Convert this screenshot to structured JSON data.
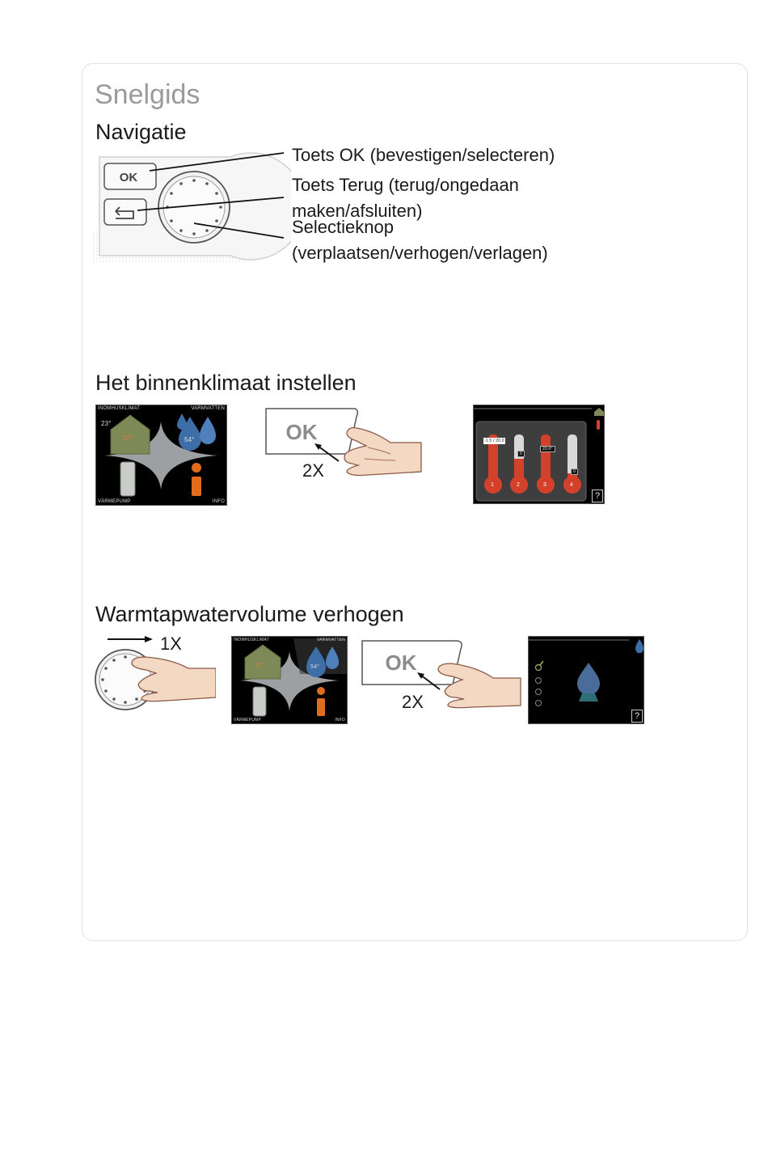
{
  "page": {
    "title": "Snelgids"
  },
  "navigation": {
    "heading": "Navigatie",
    "ok_key_label": "OK",
    "labels": {
      "ok": "Toets OK (bevestigen/selecteren)",
      "back_line1": "Toets Terug (terug/ongedaan",
      "back_line2": "maken/afsluiten)",
      "knob_line1": "Selectieknop",
      "knob_line2": "(verplaatsen/verhogen/verlagen)"
    }
  },
  "indoor": {
    "heading": "Het binnenklimaat instellen",
    "screen1": {
      "top_left": "INOMHUSKLIMAT",
      "top_right": "VARMVATTEN",
      "bottom_left": "VÄRMEPUMP",
      "bottom_right": "INFO",
      "house_temp": "22°",
      "outside_temp": "23°",
      "water_temp": "54°"
    },
    "ok_label": "OK",
    "press_count": "2X",
    "screen2": {
      "thermometers": [
        "1",
        "2",
        "3",
        "4"
      ],
      "tags": [
        "-1.5 / 20.0",
        "0",
        "20.0°",
        "0"
      ],
      "help": "?"
    }
  },
  "hotwater": {
    "heading": "Warmtapwatervolume verhogen",
    "turn_count": "1X",
    "screen1": {
      "top_left": "INOMHUSKLIMAT",
      "top_right": "VARMVATTEN",
      "bottom_left": "VÄRMEPUMP",
      "bottom_right": "INFO",
      "house_temp": "22°",
      "water_temp": "54°"
    },
    "ok_label": "OK",
    "press_count": "2X",
    "screen2": {
      "help": "?"
    }
  }
}
